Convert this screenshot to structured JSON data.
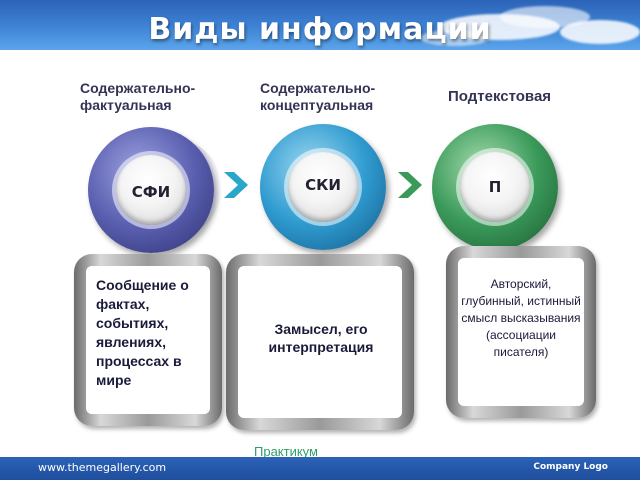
{
  "header": {
    "title": "Виды информации"
  },
  "columns": [
    {
      "heading": "Содержательно-\nфактуальная",
      "circle_label": "СФИ",
      "description": "Сообщение о фактах, событиях, явлениях, процессах в мире",
      "ring_color": "#5a5fb0"
    },
    {
      "heading": "Содержательно-\nконцептуальная",
      "circle_label": "СКИ",
      "description": "Замысел, его интерпретация",
      "ring_color": "#2f9bd0"
    },
    {
      "heading": "Подтекстовая",
      "circle_label": "П",
      "description": "Авторский, глубинный, истинный смысл высказывания (ассоциации писателя)",
      "ring_color": "#3a9a5a"
    }
  ],
  "link": {
    "label": "Практикум"
  },
  "footer": {
    "url": "www.themegallery.com",
    "logo": "Company Logo"
  },
  "colors": {
    "chevron": "#2aa6c8",
    "accent": "#2e9e6a"
  }
}
